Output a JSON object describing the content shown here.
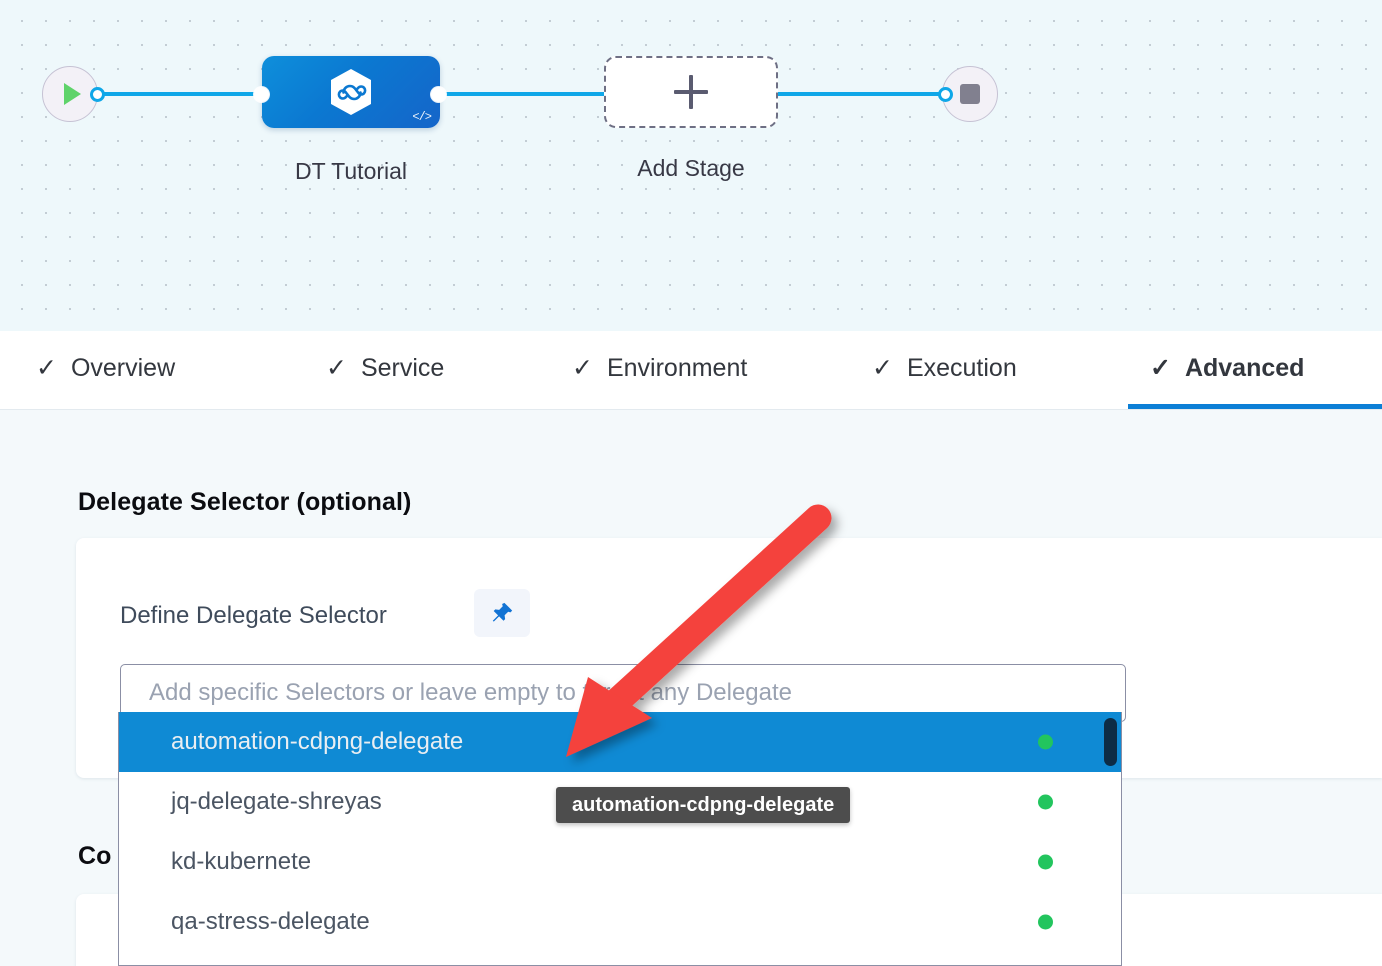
{
  "canvas": {
    "start_node": {
      "icon": "play-icon"
    },
    "end_node": {
      "icon": "stop-icon"
    },
    "stage": {
      "label": "DT Tutorial",
      "icon": "harness-cd-hexagon-icon",
      "badge_icon": "code-icon",
      "badge_text": "</>"
    },
    "add_stage": {
      "label": "Add Stage",
      "icon": "plus-icon"
    }
  },
  "tabs": {
    "check_glyph": "✓",
    "items": [
      {
        "label": "Overview",
        "checked": true,
        "active": false
      },
      {
        "label": "Service",
        "checked": true,
        "active": false
      },
      {
        "label": "Environment",
        "checked": true,
        "active": false
      },
      {
        "label": "Execution",
        "checked": true,
        "active": false
      },
      {
        "label": "Advanced",
        "checked": true,
        "active": true
      }
    ],
    "active_color": "#0c7fd6"
  },
  "main": {
    "delegate_section": {
      "title": "Delegate Selector (optional)",
      "field_label": "Define Delegate Selector",
      "pin_icon": "pin-icon",
      "input": {
        "value": "",
        "placeholder": "Add specific Selectors or leave empty to target any Delegate"
      }
    },
    "second_section": {
      "title": "Co"
    },
    "dropdown": {
      "items": [
        {
          "label": "automation-cdpng-delegate",
          "status": "connected",
          "selected": true
        },
        {
          "label": "jq-delegate-shreyas",
          "status": "connected",
          "selected": false
        },
        {
          "label": "kd-kubernete",
          "status": "connected",
          "selected": false
        },
        {
          "label": "qa-stress-delegate",
          "status": "connected",
          "selected": false
        }
      ],
      "status_color": "#22c55e",
      "selected_bg": "#0f8ad4"
    },
    "tooltip": {
      "text": "automation-cdpng-delegate"
    }
  },
  "annotation": {
    "arrow_color": "#f4433c",
    "arrow_type": "pointer-arrow-down-left"
  }
}
